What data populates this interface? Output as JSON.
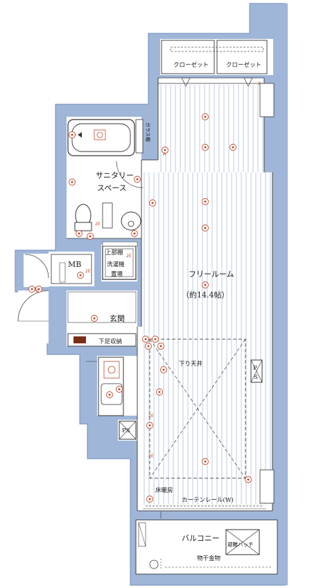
{
  "labels": {
    "closet_left": "クローゼット",
    "closet_right": "クローゼット",
    "glass_shelf": "ガラス棚",
    "sanitary": "サニタリー\nスペース",
    "upper_shelf": "上部棚",
    "washer": "洗濯機\n置場",
    "mb": "MB",
    "genkan": "玄関",
    "shoe_storage": "下足収納",
    "free_room": "フリールーム\n（約14.4帖）",
    "lowered_ceiling": "下り天井",
    "ps_right": "PS",
    "ps_left": "PS",
    "floor_heating": "床暖房",
    "curtain_rail": "カーテンレール(W)",
    "balcony": "バルコニー",
    "hatch": "避難ハッチ",
    "laundry_hanger": "物干金物",
    "mark_2e_a": "2E",
    "mark_2e_b": "2E",
    "mark_2e_c": "2E",
    "mark_2e_d": "2E",
    "mark_2e_e": "2E",
    "mark_3": "3",
    "mark_d": "d",
    "mark_r": "R"
  },
  "colors": {
    "wall": "#9fb6d8",
    "wall_edge": "#6f8cb8",
    "floor_line": "#8fa8cc",
    "outlet": "#c04a2b",
    "grid": "#a9b7cf"
  }
}
